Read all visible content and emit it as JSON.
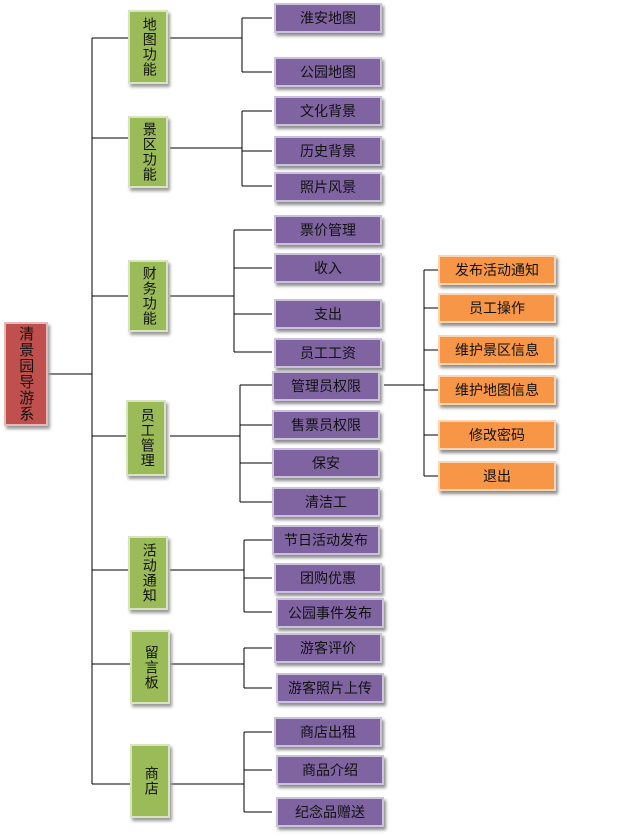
{
  "root": {
    "label": "清景园导游系"
  },
  "categories": [
    {
      "label": "地图功能",
      "items": [
        "淮安地图",
        "公园地图"
      ]
    },
    {
      "label": "景区功能",
      "items": [
        "文化背景",
        "历史背景",
        "照片风景"
      ]
    },
    {
      "label": "财务功能",
      "items": [
        "票价管理",
        "收入",
        "支出",
        "员工工资"
      ]
    },
    {
      "label": "员工管理",
      "items": [
        "管理员权限",
        "售票员权限",
        "保安",
        "清洁工"
      ]
    },
    {
      "label": "活动通知",
      "items": [
        "节日活动发布",
        "团购优惠",
        "公园事件发布"
      ]
    },
    {
      "label": "留言板",
      "items": [
        "游客评价",
        "游客照片上传"
      ]
    },
    {
      "label": "商店",
      "items": [
        "商店出租",
        "商品介绍",
        "纪念品赠送"
      ]
    }
  ],
  "admin_functions": [
    "发布活动通知",
    "员工操作",
    "维护景区信息",
    "维护地图信息",
    "修改密码",
    "退出"
  ],
  "colors": {
    "root": "#c0504d",
    "category": "#9bbb59",
    "leaf": "#8064a2",
    "admin": "#f79646",
    "line": "#000000"
  }
}
